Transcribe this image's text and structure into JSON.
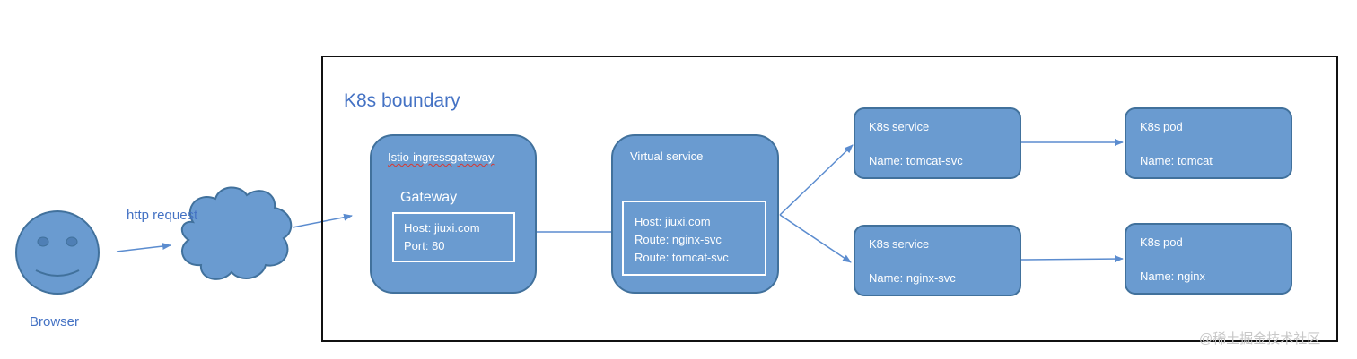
{
  "browser": {
    "label": "Browser"
  },
  "http_request": {
    "label": "http request"
  },
  "boundary": {
    "title": "K8s boundary"
  },
  "gateway_node": {
    "title": "Istio-ingressgateway",
    "subtitle": "Gateway",
    "lines": [
      "Host: jiuxi.com",
      "Port: 80"
    ]
  },
  "virtual_service_node": {
    "title": "Virtual service",
    "lines": [
      "Host: jiuxi.com",
      "Route: nginx-svc",
      "Route: tomcat-svc"
    ]
  },
  "service_tomcat": {
    "title": "K8s service",
    "name": "Name: tomcat-svc"
  },
  "service_nginx": {
    "title": "K8s service",
    "name": "Name: nginx-svc"
  },
  "pod_tomcat": {
    "title": "K8s pod",
    "name": "Name: tomcat"
  },
  "pod_nginx": {
    "title": "K8s pod",
    "name": "Name: nginx"
  },
  "watermark": {
    "text": "@稀土掘金技术社区"
  },
  "colors": {
    "node_fill": "#6a9bd0",
    "node_border": "#41719c",
    "arrow": "#5b8ccf",
    "label_text": "#4472c4"
  }
}
